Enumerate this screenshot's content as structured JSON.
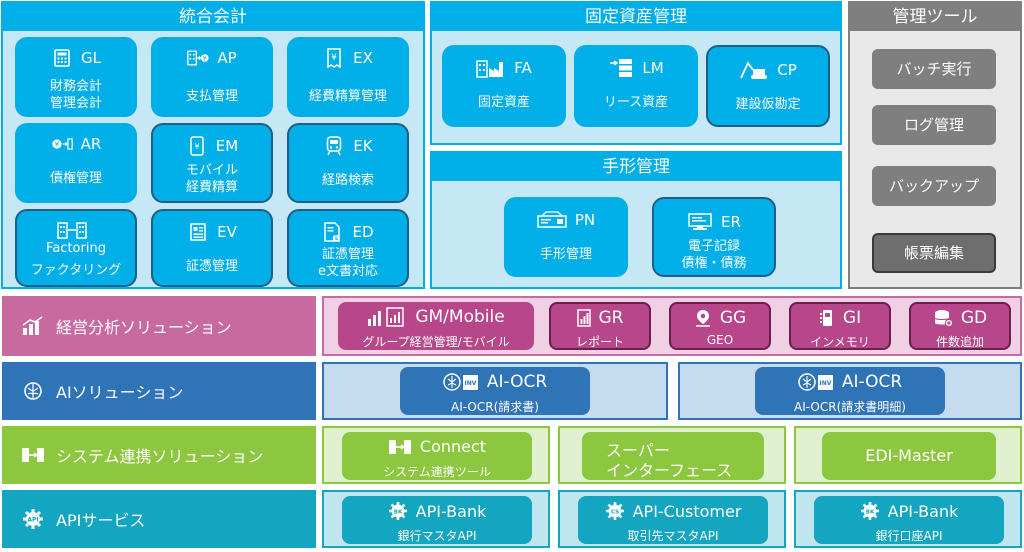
{
  "colors": {
    "cyan": "#00aee8",
    "cyan_border": "#1e5f8a",
    "light_cyan_bg": "#c6e8f5",
    "gray_panel": "#7f7f7f",
    "gray_btn": "#7f7f7f",
    "pink_label": "#c86aa0",
    "pink_bg": "#f1d0e5",
    "pink_tile": "#b7468a",
    "blue_label": "#2e74b6",
    "blue_bg": "#c5dcf0",
    "blue_tile": "#2e74b6",
    "green_label": "#8dc63f",
    "green_bg": "#e0efcd",
    "green_tile": "#8dc63f",
    "teal_label": "#14a5c0",
    "teal_bg": "#bfe6ee",
    "teal_tile": "#14a5c0"
  },
  "integrated_accounting": {
    "title": "統合会計",
    "tiles": [
      {
        "code": "GL",
        "icon": "calculator-icon",
        "lines": [
          "財務会計",
          "管理会計"
        ]
      },
      {
        "code": "AP",
        "icon": "building-yen-icon",
        "lines": [
          "支払管理"
        ]
      },
      {
        "code": "EX",
        "icon": "yen-receipt-icon",
        "lines": [
          "経費精算管理"
        ]
      },
      {
        "code": "AR",
        "icon": "yen-coins-icon",
        "lines": [
          "債権管理"
        ]
      },
      {
        "code": "EM",
        "icon": "mobile-yen-icon",
        "lines": [
          "モバイル",
          "経費精算"
        ]
      },
      {
        "code": "EK",
        "icon": "train-icon",
        "lines": [
          "経路検索"
        ]
      },
      {
        "code": "",
        "icon": "factoring-building-icon",
        "lines": [
          "Factoring",
          "ファクタリング"
        ]
      },
      {
        "code": "EV",
        "icon": "voucher-icon",
        "lines": [
          "証憑管理"
        ]
      },
      {
        "code": "ED",
        "icon": "e-document-icon",
        "lines": [
          "証憑管理",
          "e文書対応"
        ]
      }
    ]
  },
  "fixed_assets": {
    "title": "固定資産管理",
    "tiles": [
      {
        "code": "FA",
        "icon": "factory-icon",
        "lines": [
          "固定資産"
        ]
      },
      {
        "code": "LM",
        "icon": "server-icon",
        "lines": [
          "リース資産"
        ]
      },
      {
        "code": "CP",
        "icon": "construction-icon",
        "lines": [
          "建設仮勘定"
        ]
      }
    ]
  },
  "notes": {
    "title": "手形管理",
    "tiles": [
      {
        "code": "PN",
        "icon": "note-icon",
        "lines": [
          "手形管理"
        ]
      },
      {
        "code": "ER",
        "icon": "computer-icon",
        "lines": [
          "電子記録",
          "債権・債務"
        ]
      }
    ]
  },
  "management_tools": {
    "title": "管理ツール",
    "buttons": [
      "バッチ実行",
      "ログ管理",
      "バックアップ",
      "帳票編集"
    ]
  },
  "rows": {
    "analytics": {
      "label": "経営分析ソリューション",
      "icon": "bar-chart-icon",
      "items": [
        {
          "title": "GM/Mobile",
          "sub": "グループ経営管理/モバイル",
          "icon": "chart-doc-icon"
        },
        {
          "title": "GR",
          "sub": "レポート",
          "icon": "report-icon"
        },
        {
          "title": "GG",
          "sub": "GEO",
          "icon": "map-pin-icon"
        },
        {
          "title": "GI",
          "sub": "インメモリ",
          "icon": "memory-icon"
        },
        {
          "title": "GD",
          "sub": "件数追加",
          "icon": "database-icon"
        }
      ]
    },
    "ai": {
      "label": "AIソリューション",
      "icon": "brain-icon",
      "items": [
        {
          "title": "AI-OCR",
          "sub": "AI-OCR(請求書)",
          "icon": "ai-invoice-icon"
        },
        {
          "title": "AI-OCR",
          "sub": "AI-OCR(請求書明細)",
          "icon": "ai-invoice-icon"
        }
      ]
    },
    "integration": {
      "label": "システム連携ソリューション",
      "icon": "link-icon",
      "items": [
        {
          "title": "Connect",
          "sub": "システム連携ツール",
          "icon": "connect-icon"
        },
        {
          "title": "スーパー",
          "sub": "インターフェース",
          "icon": ""
        },
        {
          "title": "EDI-Master",
          "sub": "",
          "icon": ""
        }
      ]
    },
    "api": {
      "label": "APIサービス",
      "icon": "api-gear-icon",
      "items": [
        {
          "title": "API-Bank",
          "sub": "銀行マスタAPI",
          "icon": "gear-bank-icon"
        },
        {
          "title": "API-Customer",
          "sub": "取引先マスタAPI",
          "icon": "gear-customer-icon"
        },
        {
          "title": "API-Bank",
          "sub": "銀行口座API",
          "icon": "gear-bank-icon"
        }
      ]
    }
  }
}
